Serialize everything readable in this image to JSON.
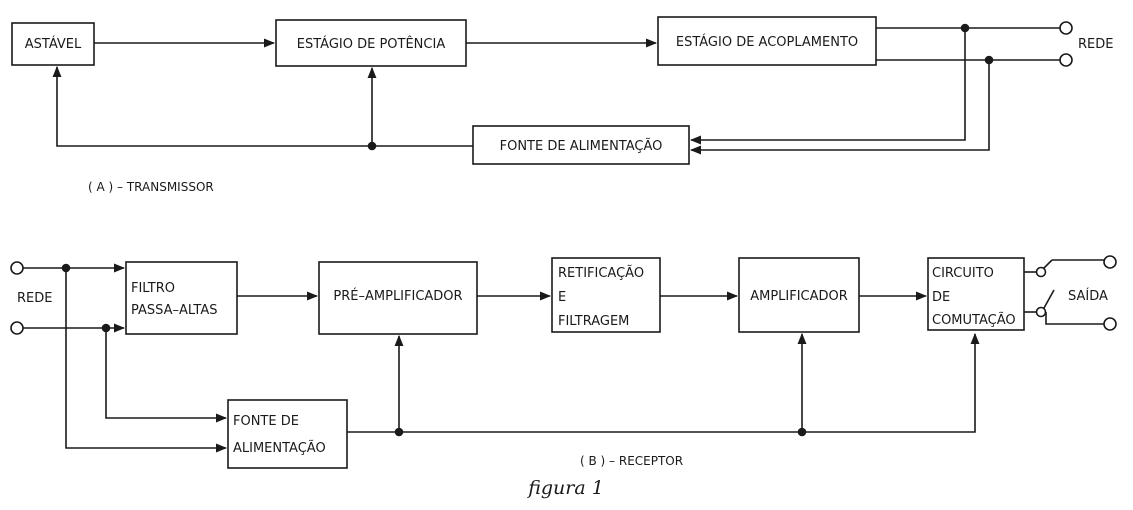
{
  "transmitter": {
    "blocks": {
      "astavel": "ASTÁVEL",
      "estagio_potencia": "ESTÁGIO DE POTÊNCIA",
      "estagio_acoplamento": "ESTÁGIO DE ACOPLAMENTO",
      "fonte_alimentacao": "FONTE DE ALIMENTAÇÃO"
    },
    "rede_label": "REDE",
    "section_label": "( A ) – TRANSMISSOR"
  },
  "receiver": {
    "rede_label": "REDE",
    "blocks": {
      "filtro_line1": "FILTRO",
      "filtro_line2": "PASSA–ALTAS",
      "pre_amplificador": "PRÉ–AMPLIFICADOR",
      "retificacao_line1": "RETIFICAÇÃO",
      "retificacao_line2": "E",
      "retificacao_line3": "FILTRAGEM",
      "amplificador": "AMPLIFICADOR",
      "comutacao_line1": "CIRCUITO",
      "comutacao_line2": "DE",
      "comutacao_line3": "COMUTAÇÃO",
      "fonte_line1": "FONTE DE",
      "fonte_line2": "ALIMENTAÇÃO"
    },
    "saida_label": "SAÍDA",
    "section_label": "( B ) – RECEPTOR"
  },
  "caption": "figura 1"
}
